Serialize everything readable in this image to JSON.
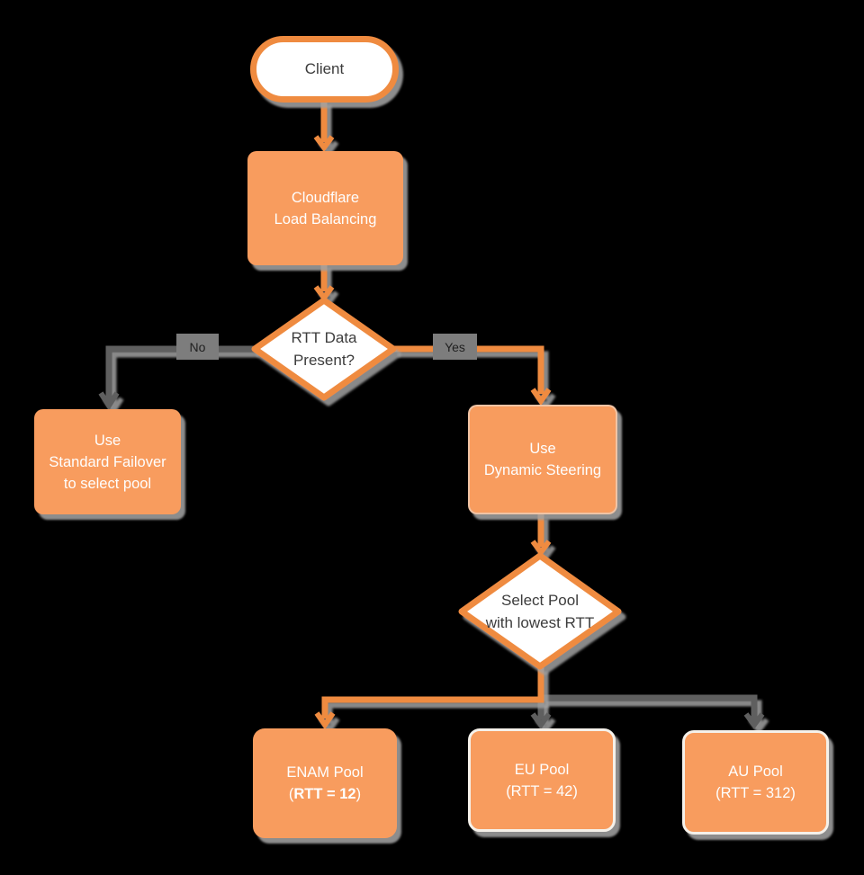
{
  "diagram": {
    "background": "#000000",
    "colors": {
      "node_fill_orange": "#f89c5e",
      "accent_orange": "#ef8b40",
      "gray_line": "#5f5f5f",
      "shadow_gray": "#a0a0a0",
      "dark_text": "#3c3c3c",
      "light_text": "#fefefe",
      "edge_label_bg": "#7d7d7d"
    },
    "nodes": {
      "client": {
        "label": "Client"
      },
      "load_balancer": {
        "line1": "Cloudflare",
        "line2": "Load Balancing"
      },
      "rtt_decision": {
        "line1": "RTT Data",
        "line2": "Present?"
      },
      "standard_failover": {
        "line1": "Use",
        "line2": "Standard Failover",
        "line3": "to select pool"
      },
      "dynamic_steering": {
        "line1": "Use",
        "line2": "Dynamic Steering"
      },
      "select_pool_decision": {
        "line1": "Select Pool",
        "line2": "with lowest RTT"
      },
      "enam_pool": {
        "line1": "ENAM Pool",
        "line2_prefix": "(",
        "line2_bold": "RTT = 12",
        "line2_suffix": ")"
      },
      "eu_pool": {
        "line1": "EU Pool",
        "line2": "(RTT = 42)"
      },
      "au_pool": {
        "line1": "AU Pool",
        "line2": "(RTT = 312)"
      }
    },
    "edge_labels": {
      "no": "No",
      "yes": "Yes"
    }
  }
}
